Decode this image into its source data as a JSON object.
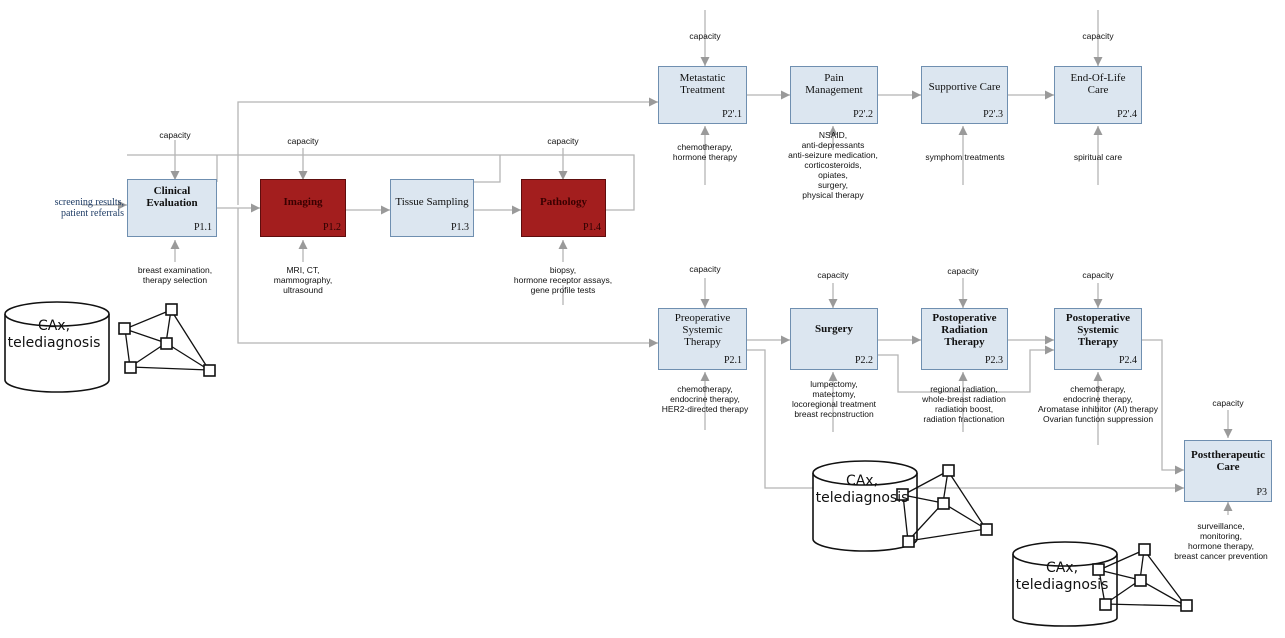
{
  "processes": {
    "clinical_evaluation": {
      "title": "Clinical\nEvaluation",
      "code": "P1.1"
    },
    "imaging": {
      "title": "Imaging",
      "code": "P1.2"
    },
    "tissue_sampling": {
      "title": "Tissue Sampling",
      "code": "P1.3"
    },
    "pathology": {
      "title": "Pathology",
      "code": "P1.4"
    },
    "metastatic_treatment": {
      "title": "Metastatic\nTreatment",
      "code": "P2'.1"
    },
    "pain_management": {
      "title": "Pain\nManagement",
      "code": "P2'.2"
    },
    "supportive_care": {
      "title": "Supportive Care",
      "code": "P2'.3"
    },
    "end_of_life_care": {
      "title": "End-Of-Life\nCare",
      "code": "P2'.4"
    },
    "preoperative_systemic_therapy": {
      "title": "Preoperative\nSystemic\nTherapy",
      "code": "P2.1"
    },
    "surgery": {
      "title": "Surgery",
      "code": "P2.2"
    },
    "postoperative_radiation_therapy": {
      "title": "Postoperative\nRadiation\nTherapy",
      "code": "P2.3"
    },
    "postoperative_systemic_therapy": {
      "title": "Postoperative\nSystemic\nTherapy",
      "code": "P2.4"
    },
    "posttherapeutic_care": {
      "title": "Posttherapeutic\nCare",
      "code": "P3"
    }
  },
  "capacity_label": "capacity",
  "input_label": "screening results,\npatient referrals",
  "mechanisms": {
    "clinical_evaluation": "breast examination,\ntherapy selection",
    "imaging": "MRI, CT,\nmammography,\nultrasound",
    "pathology": "biopsy,\nhormone receptor assays,\ngene profile tests",
    "metastatic_treatment": "chemotherapy,\nhormone therapy",
    "pain_management": "NSAID,\nanti-depressants\nanti-seizure medication,\ncorticosteroids,\nopiates,\nsurgery,\nphysical therapy",
    "supportive_care": "symphom treatments",
    "end_of_life_care": "spiritual care",
    "preoperative_systemic_therapy": "chemotherapy,\nendocrine therapy,\nHER2-directed therapy",
    "surgery": "lumpectomy,\nmatectomy,\nlocoregional treatment\nbreast reconstruction",
    "postoperative_radiation_therapy": "regional radiation,\nwhole-breast radiation\nradiation boost,\nradiation fractionation",
    "postoperative_systemic_therapy": "chemotherapy,\nendocrine therapy,\nAromatase inhibitor (AI) therapy\nOvarian function suppression",
    "posttherapeutic_care": "surveillance,\nmonitoring,\nhormone therapy,\nbreast cancer prevention"
  },
  "databases": [
    "CAx,\ntelediagnosis",
    "CAx,\ntelediagnosis",
    "CAx,\ntelediagnosis"
  ],
  "colors": {
    "box_fill": "#dce6f0",
    "box_border": "#6f8fb0",
    "highlight_fill": "#a31e1e",
    "wire": "#b5b5b5",
    "input_text": "#1f3d66"
  }
}
